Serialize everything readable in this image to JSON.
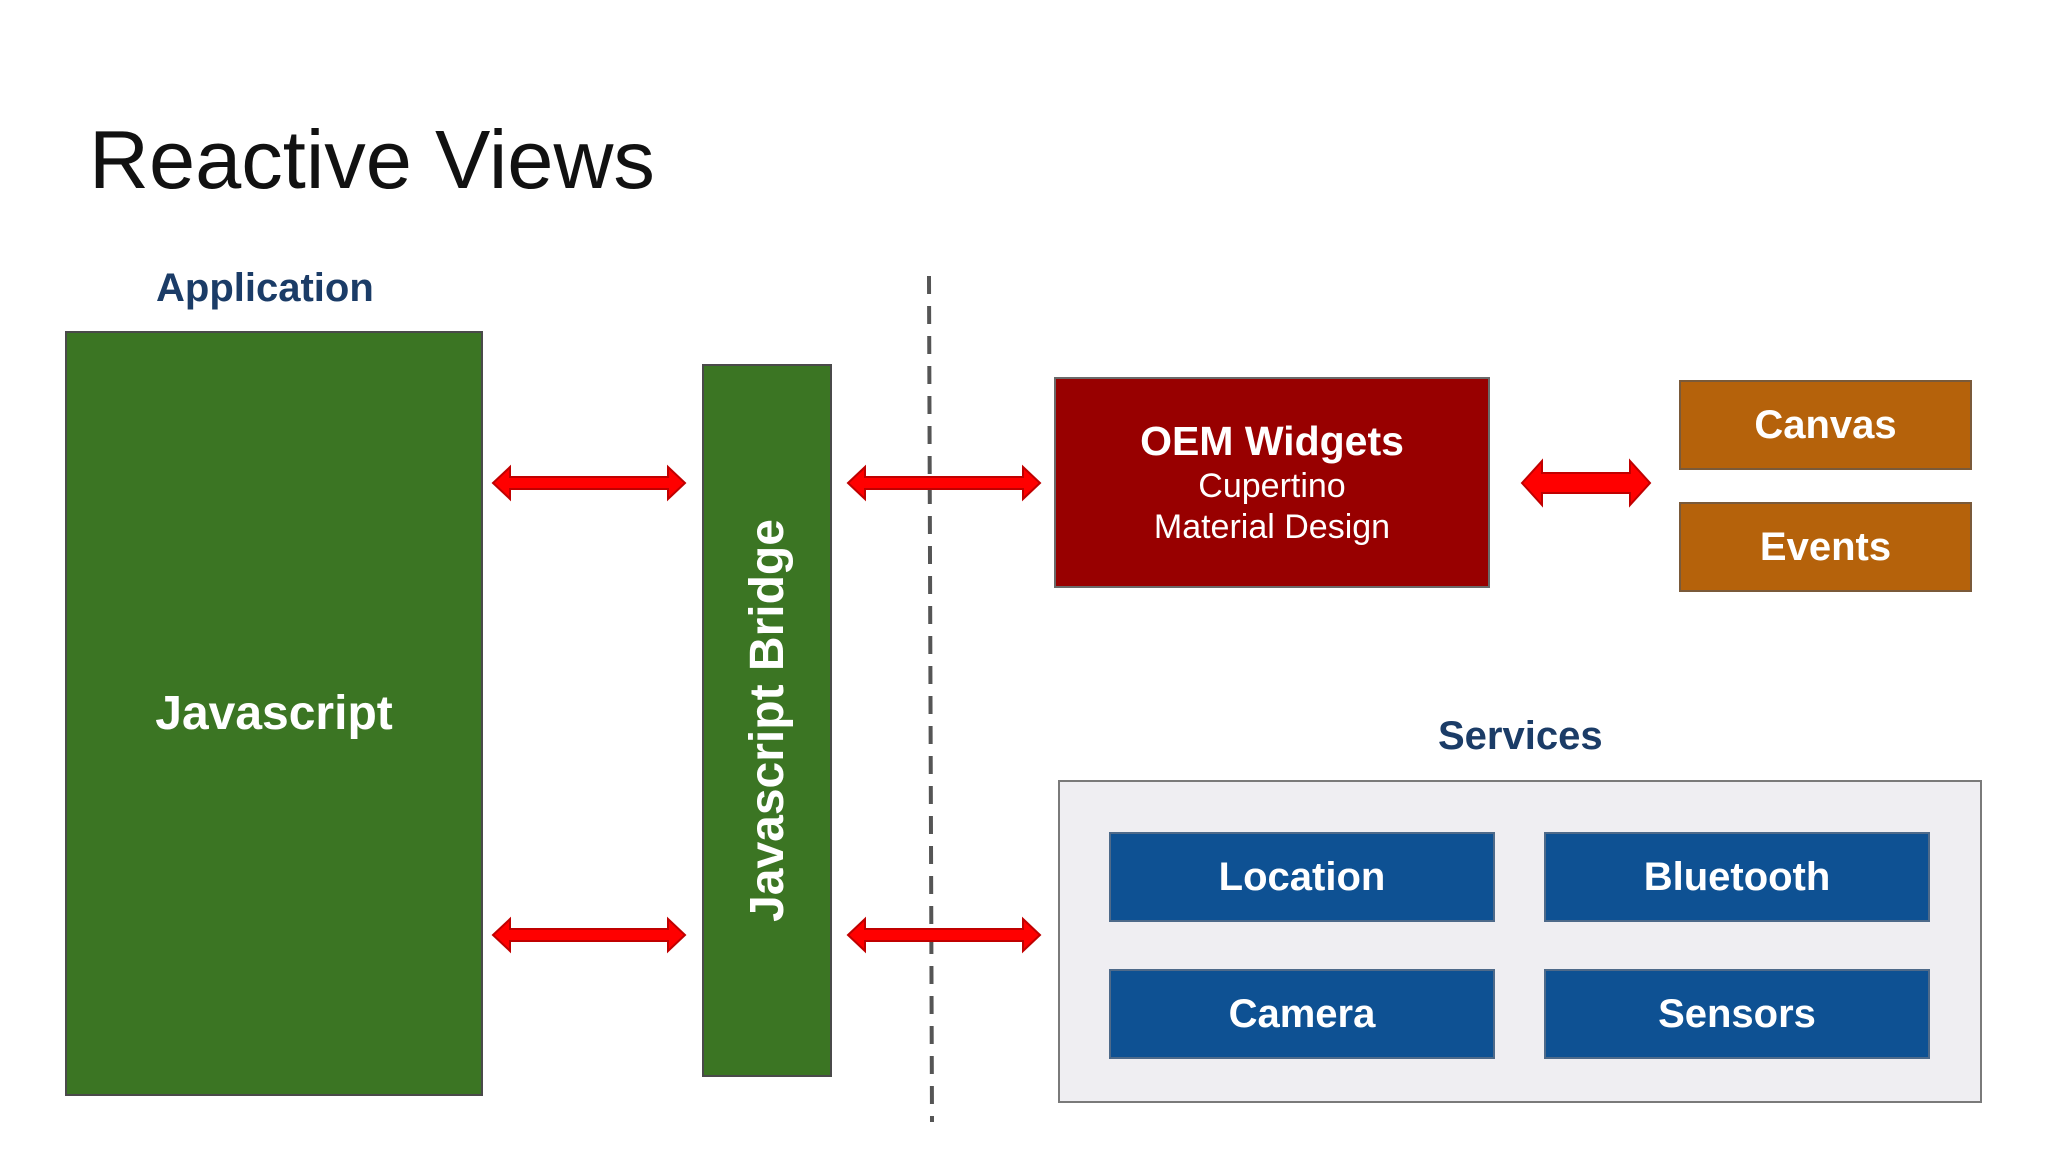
{
  "slide": {
    "title": "Reactive Views"
  },
  "diagram": {
    "application_heading": "Application",
    "javascript_label": "Javascript",
    "bridge_label": "Javascript Bridge",
    "oem": {
      "title": "OEM Widgets",
      "line1": "Cupertino",
      "line2": "Material Design"
    },
    "canvas_label": "Canvas",
    "events_label": "Events",
    "services_heading": "Services",
    "services": {
      "location": "Location",
      "bluetooth": "Bluetooth",
      "camera": "Camera",
      "sensors": "Sensors"
    }
  },
  "colors": {
    "green": "#3b7523",
    "dark_red": "#980000",
    "orange": "#b5620b",
    "blue": "#0e5193",
    "arrow_red": "#ff0000",
    "heading_navy": "#1b3c67"
  }
}
